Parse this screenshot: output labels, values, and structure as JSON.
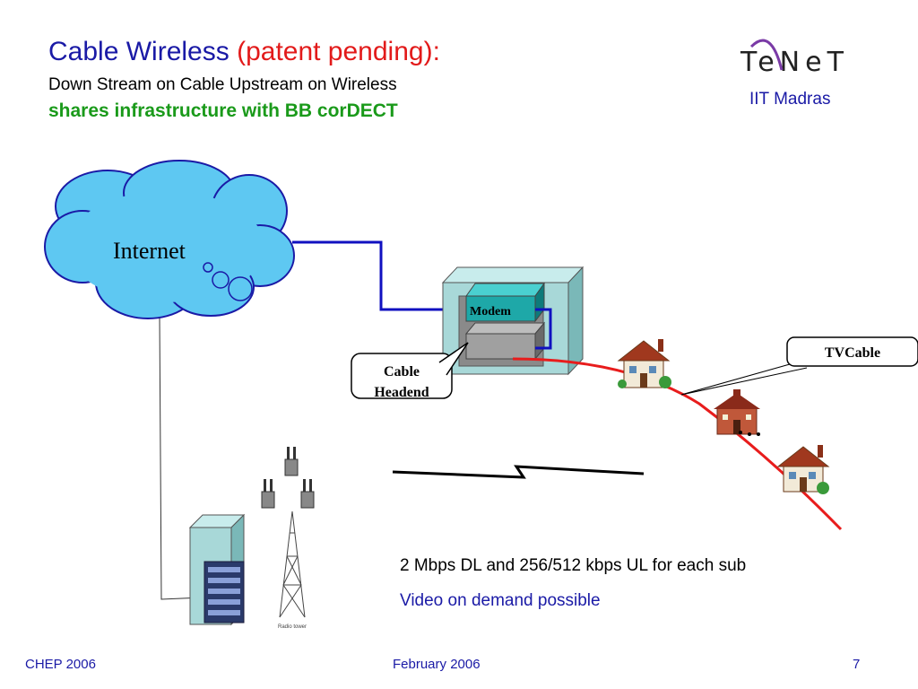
{
  "slide": {
    "title": "Cable Wireless",
    "title_note": "(patent pending):",
    "subtitle": "Down Stream on Cable Upstream on Wireless",
    "highlight": "shares infrastructure with BB corDECT",
    "logo_text": "TeNeT",
    "org": "IIT Madras"
  },
  "diagram": {
    "internet_label": "Internet",
    "modem_label": "Modem",
    "headend_line1": "Cable",
    "headend_line2": "Headend",
    "tvcable_label": "TVCable",
    "tower_label": "Radio tower"
  },
  "notes": {
    "line1": "2 Mbps DL and 256/512 kbps UL for each sub",
    "line2": "Video on demand possible"
  },
  "footer": {
    "left": "CHEP 2006",
    "center": "February 2006",
    "page": "7"
  },
  "colors": {
    "title_blue": "#1a1aa6",
    "red": "#e21a1a",
    "green": "#1a9a1a",
    "cloud": "#5ec8f2",
    "cabinet": "#a8d8d8",
    "modem": "#1ea8a8",
    "cable_red": "#e81c1c",
    "link_blue": "#1010c0"
  }
}
